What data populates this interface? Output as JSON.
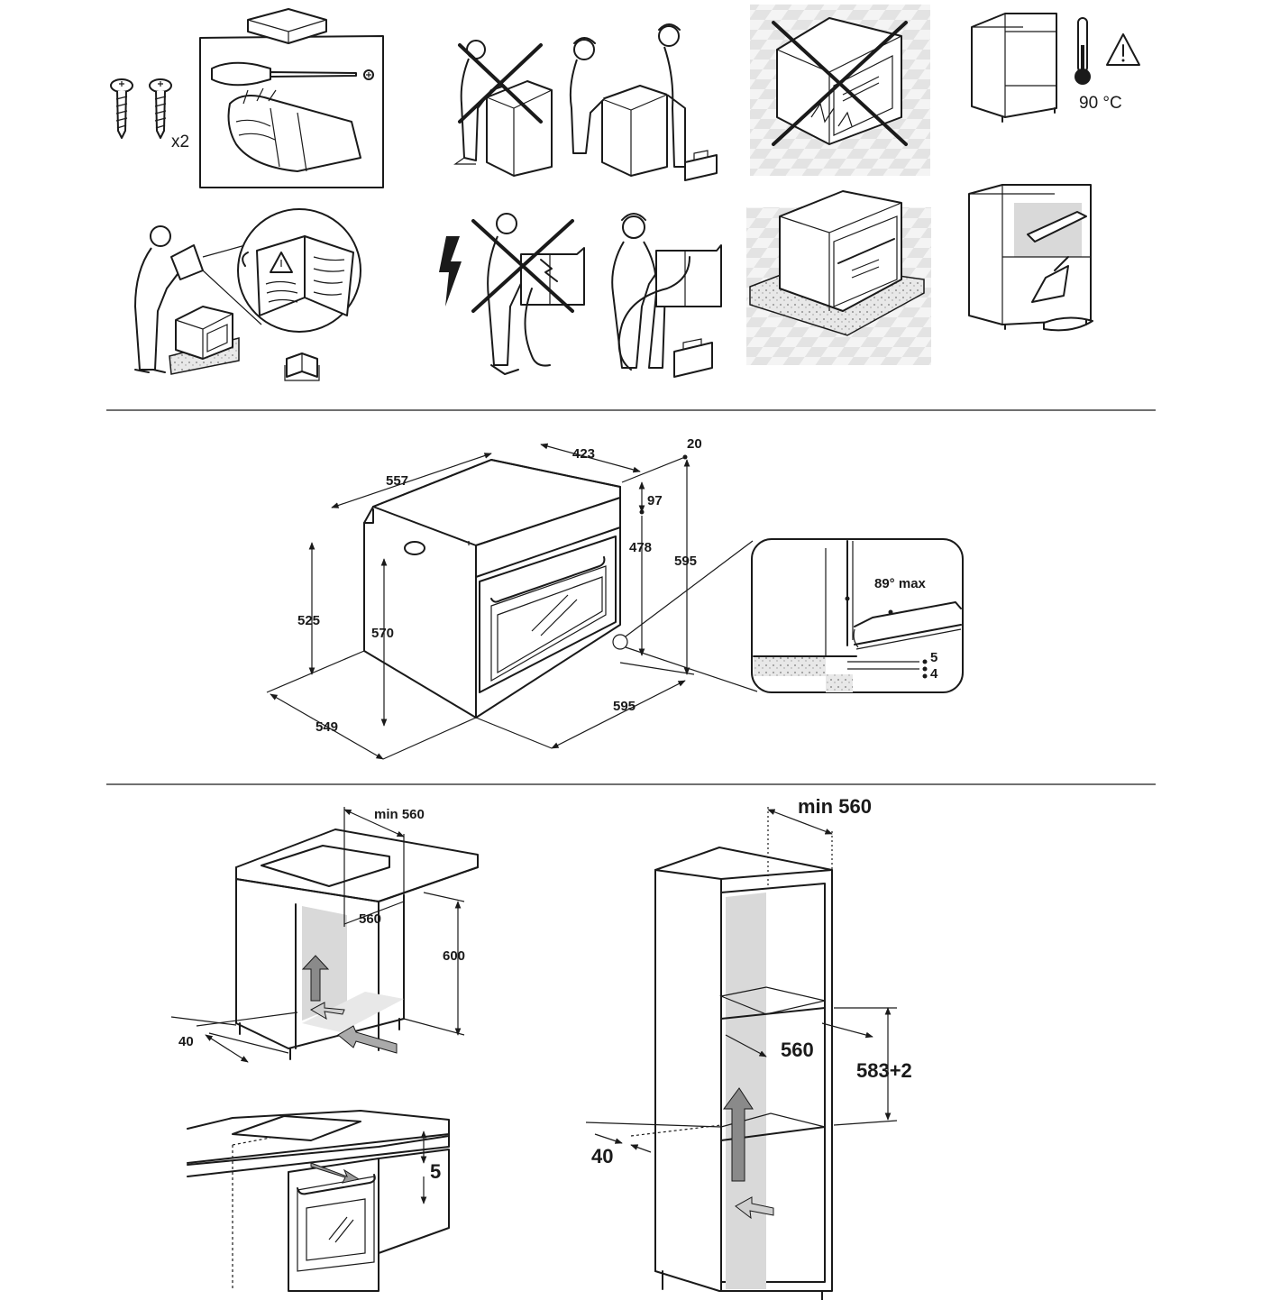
{
  "row1": {
    "screws_count": "x2",
    "temperature": "90 °C"
  },
  "oven_dims": {
    "d557": "557",
    "d423": "423",
    "d20": "20",
    "d97": "97",
    "d478": "478",
    "d595_h": "595",
    "d525": "525",
    "d570": "570",
    "d549": "549",
    "d595_w": "595"
  },
  "detail": {
    "angle": "89° max",
    "gap5": "5",
    "gap4": "4"
  },
  "under_counter": {
    "min_width": "min 560",
    "width": "560",
    "height": "600",
    "depth_gap": "40",
    "top_gap": "5"
  },
  "tall_column": {
    "min_width": "min 560",
    "width": "560",
    "height": "583+2",
    "depth_gap": "40"
  },
  "colors": {
    "ink": "#1a1a1a",
    "panel_grey": "#d9d9d9",
    "tile_grey": "#e6e6e6"
  }
}
